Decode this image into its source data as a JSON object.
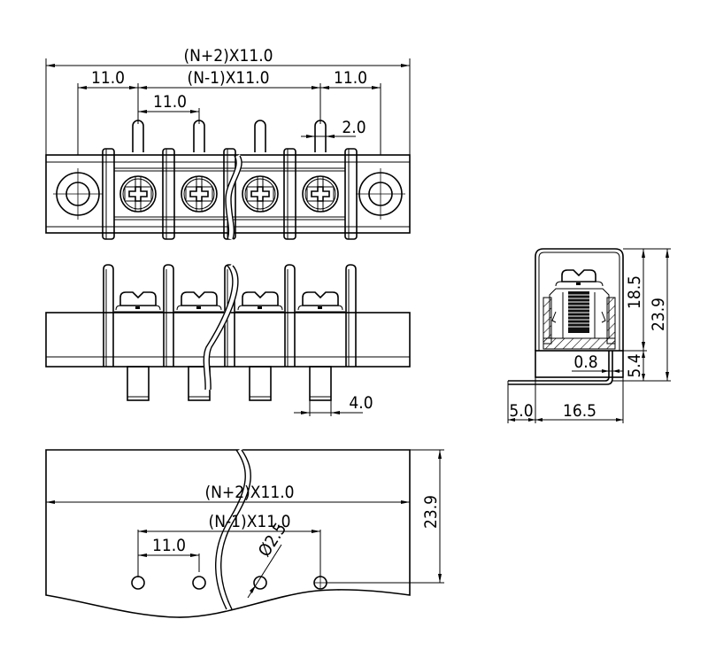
{
  "drawing": {
    "title": "Barrier terminal block – dimensional drawing",
    "top_view": {
      "overall_width_label": "(N+2)X11.0",
      "pitch_span_label": "(N-1)X11.0",
      "left_end_label": "11.0",
      "right_end_label": "11.0",
      "pitch_label": "11.0",
      "pin_width_label": "2.0"
    },
    "front_view": {
      "pin_width_label": "4.0"
    },
    "side_view": {
      "height_total_label": "23.9",
      "height_upper_label": "18.5",
      "height_lower_label": "5.4",
      "plate_thickness_label": "0.8",
      "flange_label": "5.0",
      "depth_label": "16.5"
    },
    "pcb_layout": {
      "overall_width_label": "(N+2)X11.0",
      "pitch_span_label": "(N-1)X11.0",
      "pitch_label": "11.0",
      "hole_diameter_label": "Ø2.5",
      "height_label": "23.9"
    },
    "positions": 4,
    "pin_count": 4
  }
}
